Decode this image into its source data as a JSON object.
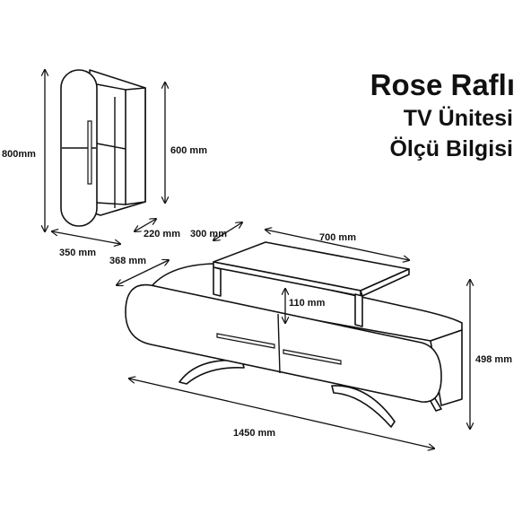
{
  "title": {
    "line1": "Rose Raflı",
    "line2": "TV Ünitesi",
    "line3": "Ölçü Bilgisi"
  },
  "dimensions": {
    "shelf_height": "800mm",
    "shelf_inner_height": "600 mm",
    "shelf_width": "350 mm",
    "shelf_depth_a": "220 mm",
    "shelf_depth_b": "300 mm",
    "unit_depth": "368 mm",
    "top_shelf_width": "700 mm",
    "top_shelf_gap": "110 mm",
    "unit_height": "498 mm",
    "unit_width": "1450 mm"
  },
  "colors": {
    "line": "#111111",
    "background": "#ffffff"
  }
}
